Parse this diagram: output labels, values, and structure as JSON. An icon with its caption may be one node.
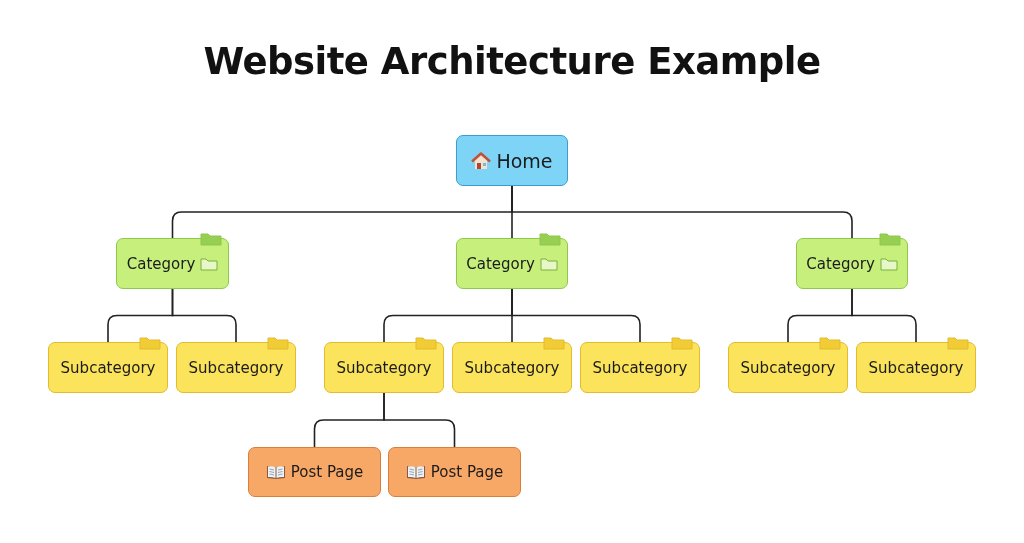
{
  "diagram": {
    "title": "Website Architecture Example",
    "nodes": [
      {
        "text": [
          "Home"
        ]
      },
      {
        "text": [
          "Category"
        ]
      },
      {
        "text": [
          "Category"
        ]
      },
      {
        "text": [
          "Category"
        ]
      },
      {
        "text": [
          "Subcategory"
        ]
      },
      {
        "text": [
          "Subcategory"
        ]
      },
      {
        "text": [
          "Subcategory"
        ]
      },
      {
        "text": [
          "Subcategory"
        ]
      },
      {
        "text": [
          "Subcategory"
        ]
      },
      {
        "text": [
          "Subcategory"
        ]
      },
      {
        "text": [
          "Subcategory"
        ]
      },
      {
        "text": [
          "Post Page"
        ]
      },
      {
        "text": [
          "Post Page"
        ]
      }
    ],
    "edges": [
      {
        "from": 0,
        "to": 1,
        "arrow": "none"
      },
      {
        "from": 0,
        "to": 2,
        "arrow": "none"
      },
      {
        "from": 0,
        "to": 3,
        "arrow": "none"
      },
      {
        "from": 1,
        "to": 4,
        "arrow": "none"
      },
      {
        "from": 1,
        "to": 5,
        "arrow": "none"
      },
      {
        "from": 2,
        "to": 6,
        "arrow": "none"
      },
      {
        "from": 2,
        "to": 7,
        "arrow": "none"
      },
      {
        "from": 2,
        "to": 8,
        "arrow": "none"
      },
      {
        "from": 3,
        "to": 9,
        "arrow": "none"
      },
      {
        "from": 3,
        "to": 10,
        "arrow": "none"
      },
      {
        "from": 6,
        "to": 11,
        "arrow": "none"
      },
      {
        "from": 6,
        "to": 12,
        "arrow": "none"
      }
    ]
  }
}
